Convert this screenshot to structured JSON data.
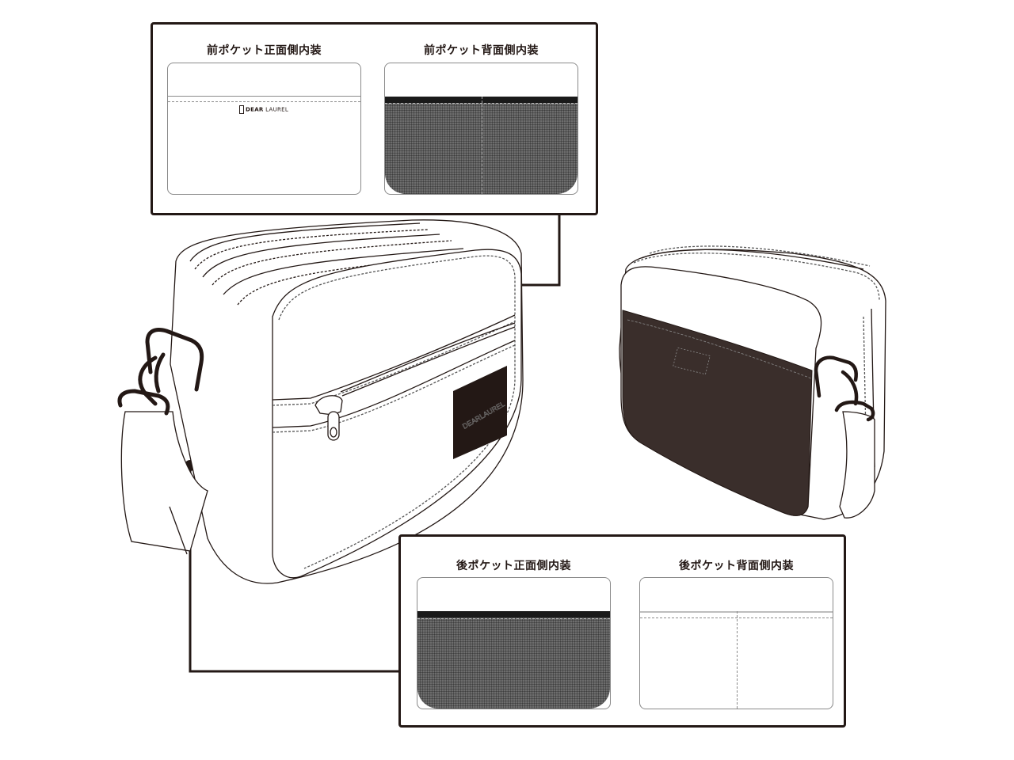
{
  "diagram": {
    "subject": "shoulder bag pocket lining diagram",
    "front_callout": {
      "panels": [
        {
          "title": "前ポケット正面側内装",
          "brand_text_bold": "DEAR",
          "brand_text_light": "LAUREL",
          "fill": "plain white"
        },
        {
          "title": "前ポケット背面側内装",
          "fill": "mesh"
        }
      ]
    },
    "back_callout": {
      "panels": [
        {
          "title": "後ポケット正面側内装",
          "fill": "mesh"
        },
        {
          "title": "後ポケット背面側内装",
          "fill": "plain white with center divider"
        }
      ]
    },
    "bag_front_view": {
      "logo_patch_text": "DEARLAUREL"
    },
    "colors": {
      "outline": "#231815",
      "mesh": "#6d6d6d",
      "band": "#1a1a1a",
      "back_panel": "#3a2e2b",
      "stitch": "#8a8a8a"
    }
  }
}
